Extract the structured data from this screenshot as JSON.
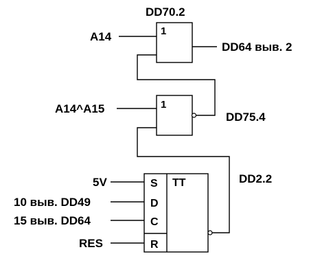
{
  "gates": {
    "dd70": {
      "label": "DD70.2",
      "symbol": "1",
      "input": "A14",
      "output": "DD64 выв. 2"
    },
    "dd75": {
      "label": "DD75.4",
      "symbol": "1",
      "input": "A14^A15"
    },
    "dd2": {
      "label": "DD2.2",
      "symbol": "TT",
      "pins": [
        "S",
        "D",
        "C",
        "R"
      ],
      "inputs": [
        "5V",
        "10 выв. DD49",
        "15 выв. DD64",
        "RES"
      ]
    }
  },
  "colors": {
    "ink": "#000000",
    "paper": "#ffffff"
  }
}
